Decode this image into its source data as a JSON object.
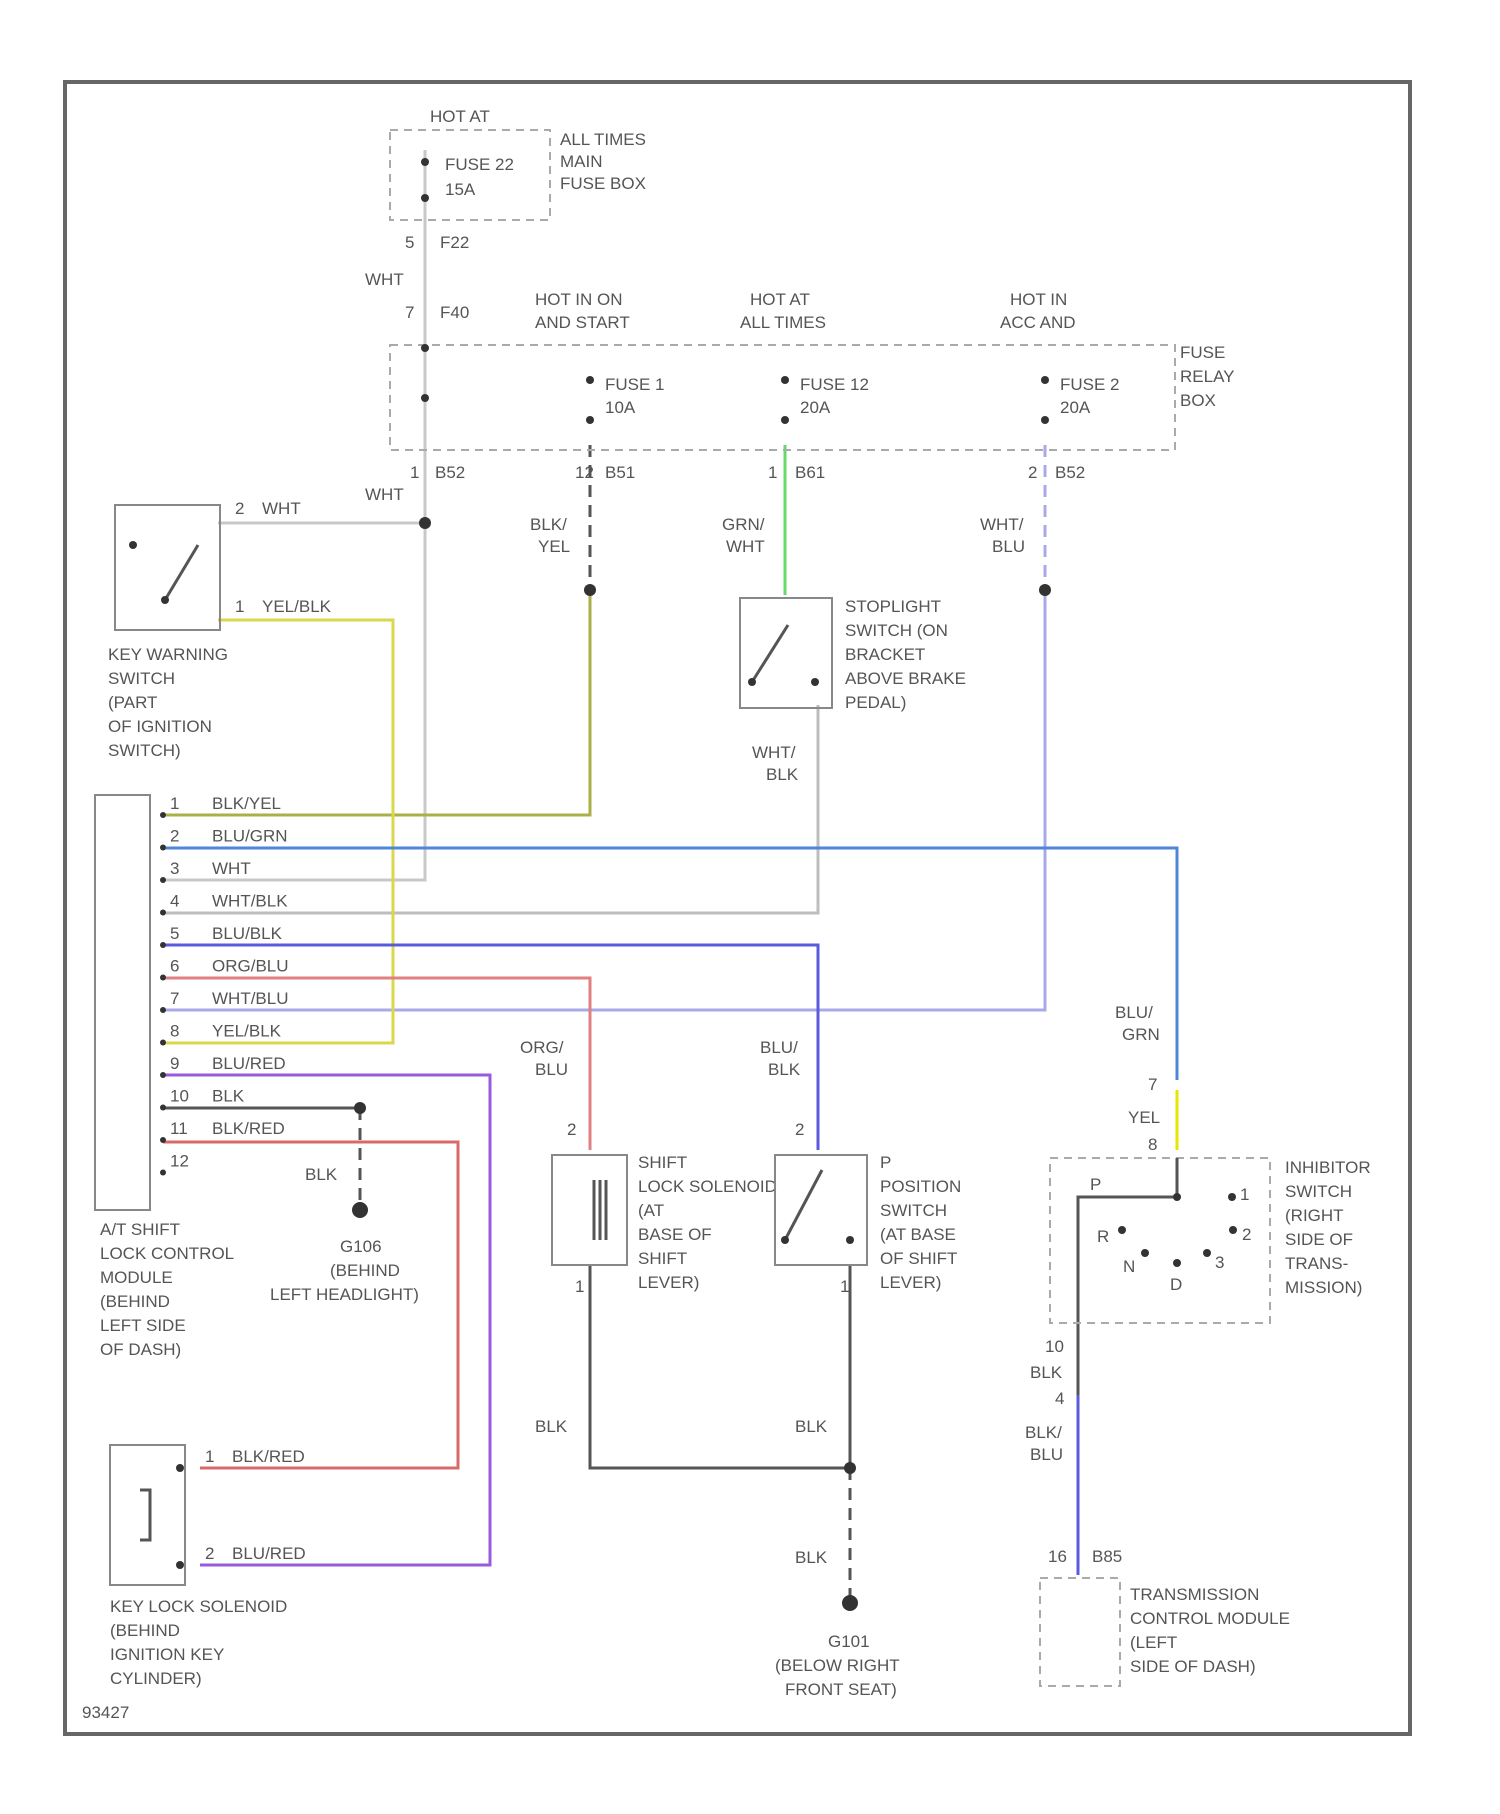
{
  "diagram_id": "93427",
  "colors": {
    "wht": "#c8c8c8",
    "blk": "#555555",
    "yel": "#e6e600",
    "yelblk": "#d8d84a",
    "blkyel": "#a9b04a",
    "blugrn": "#4f86d8",
    "whtblk": "#bdbdbd",
    "blublk": "#5a5adc",
    "orgblu": "#e08080",
    "whtblu": "#a9a9e8",
    "blured": "#9a5ae0",
    "blkred": "#d86a6a",
    "grnwht": "#66d966"
  },
  "fuse_top": {
    "hot_label": "HOT AT",
    "fuse_name": "FUSE 22",
    "fuse_amps": "15A",
    "desc": [
      "ALL TIMES",
      "MAIN",
      "FUSE BOX"
    ],
    "conn_out_pin": "5",
    "conn_out_name": "F22",
    "wire": "WHT",
    "conn_in_pin": "7",
    "conn_in_name": "F40"
  },
  "relay_box": {
    "desc": [
      "FUSE",
      "RELAY",
      "BOX"
    ],
    "col1": {
      "pin": "1",
      "conn": "B52"
    },
    "fuses": [
      {
        "hot": [
          "HOT IN ON",
          "AND START"
        ],
        "name": "FUSE 1",
        "amps": "10A",
        "pin": "12",
        "conn": "B51"
      },
      {
        "hot": [
          "HOT AT",
          "ALL TIMES"
        ],
        "name": "FUSE 12",
        "amps": "20A",
        "pin": "1",
        "conn": "B61"
      },
      {
        "hot": [
          "HOT IN",
          "ACC AND"
        ],
        "name": "FUSE 2",
        "amps": "20A",
        "pin": "2",
        "conn": "B52"
      }
    ]
  },
  "key_warning_switch": {
    "pin2": "2",
    "wire2": "WHT",
    "pin1": "1",
    "wire1": "YEL/BLK",
    "label": [
      "KEY WARNING",
      "SWITCH",
      "(PART",
      "OF IGNITION",
      "SWITCH)"
    ]
  },
  "wht_label": "WHT",
  "blk_yel_label": [
    "BLK/",
    "YEL"
  ],
  "grn_wht_label": [
    "GRN/",
    "WHT"
  ],
  "wht_blu_label": [
    "WHT/",
    "BLU"
  ],
  "stoplight_switch": {
    "label": [
      "STOPLIGHT",
      "SWITCH (ON",
      "BRACKET",
      "ABOVE BRAKE",
      "PEDAL)"
    ],
    "out_wire": [
      "WHT/",
      "BLK"
    ]
  },
  "module": {
    "pins": [
      {
        "num": "1",
        "wire": "BLK/YEL"
      },
      {
        "num": "2",
        "wire": "BLU/GRN"
      },
      {
        "num": "3",
        "wire": "WHT"
      },
      {
        "num": "4",
        "wire": "WHT/BLK"
      },
      {
        "num": "5",
        "wire": "BLU/BLK"
      },
      {
        "num": "6",
        "wire": "ORG/BLU"
      },
      {
        "num": "7",
        "wire": "WHT/BLU"
      },
      {
        "num": "8",
        "wire": "YEL/BLK"
      },
      {
        "num": "9",
        "wire": "BLU/RED"
      },
      {
        "num": "10",
        "wire": "BLK"
      },
      {
        "num": "11",
        "wire": "BLK/RED"
      },
      {
        "num": "12",
        "wire": ""
      }
    ],
    "label": [
      "A/T SHIFT",
      "LOCK CONTROL",
      "MODULE",
      "(BEHIND",
      "LEFT SIDE",
      "OF DASH)"
    ]
  },
  "ground_g106": {
    "wire": "BLK",
    "label": [
      "G106",
      "(BEHIND",
      "LEFT HEADLIGHT)"
    ]
  },
  "shift_lock_solenoid": {
    "in_pin": "2",
    "in_wire": [
      "ORG/",
      "BLU"
    ],
    "out_pin": "1",
    "label": [
      "SHIFT",
      "LOCK SOLENOID",
      "(AT",
      "BASE OF",
      "SHIFT",
      "LEVER)"
    ]
  },
  "p_position_switch": {
    "in_pin": "2",
    "in_wire": [
      "BLU/",
      "BLK"
    ],
    "out_pin": "1",
    "label": [
      "P",
      "POSITION",
      "SWITCH",
      "(AT BASE",
      "OF SHIFT",
      "LEVER)"
    ]
  },
  "blk_left_label": "BLK",
  "blk_right_label": "BLK",
  "ground_g101": {
    "wire": "BLK",
    "label": [
      "G101",
      "(BELOW RIGHT",
      "FRONT SEAT)"
    ]
  },
  "inhibitor_switch": {
    "in_wire": [
      "BLU/",
      "GRN"
    ],
    "pin_top1": "7",
    "yel_label": "YEL",
    "pin_top2": "8",
    "positions": [
      "P",
      "R",
      "N",
      "D",
      "1",
      "2",
      "3"
    ],
    "label": [
      "INHIBITOR",
      "SWITCH",
      "(RIGHT",
      "SIDE OF",
      "TRANS-",
      "MISSION)"
    ],
    "out_pin1": "10",
    "out_wire1": "BLK",
    "out_pin2": "4",
    "out_wire2": [
      "BLK/",
      "BLU"
    ]
  },
  "tcm": {
    "pin": "16",
    "conn": "B85",
    "label": [
      "TRANSMISSION",
      "CONTROL MODULE",
      "(LEFT",
      "SIDE OF DASH)"
    ]
  },
  "key_lock_solenoid": {
    "pins": [
      {
        "num": "1",
        "wire": "BLK/RED"
      },
      {
        "num": "2",
        "wire": "BLU/RED"
      }
    ],
    "label": [
      "KEY LOCK SOLENOID",
      "(BEHIND",
      "IGNITION KEY",
      "CYLINDER)"
    ]
  }
}
